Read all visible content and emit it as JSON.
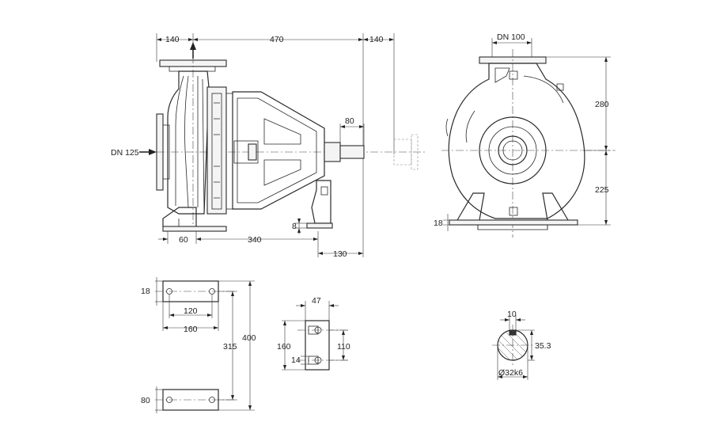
{
  "side_view": {
    "dim_top_left": "140",
    "dim_top_mid": "470",
    "dim_top_right": "140",
    "dim_shaft": "80",
    "inlet_label": "DN 125",
    "dim_bottom_60": "60",
    "dim_bottom_340": "340",
    "dim_bottom_130": "130",
    "dim_foot_8": "8"
  },
  "front_view": {
    "outlet_label": "DN 100",
    "dim_280": "280",
    "dim_225": "225",
    "dim_18": "18"
  },
  "foot_plate": {
    "dim_18": "18",
    "dim_120": "120",
    "dim_160": "160",
    "dim_315": "315",
    "dim_400": "400",
    "dim_80": "80"
  },
  "foot_section": {
    "dim_47": "47",
    "dim_160": "160",
    "dim_110": "110",
    "dim_14": "14"
  },
  "shaft_section": {
    "dim_10": "10",
    "dim_35_3": "35.3",
    "diameter": "Ø32k6"
  }
}
